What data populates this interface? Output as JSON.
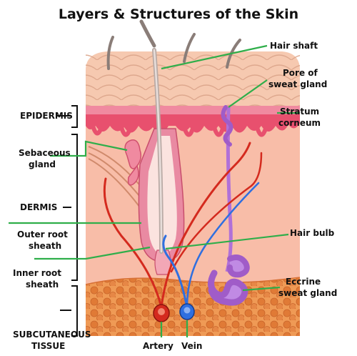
{
  "title": "Layers & Structures of the Skin",
  "layers": {
    "epidermis": "EPIDERMIS",
    "dermis": "DERMIS",
    "subcutaneous_line1": "SUBCUTANEOUS",
    "subcutaneous_line2": "TISSUE"
  },
  "labels": {
    "hair_shaft": "Hair shaft",
    "pore_line1": "Pore of",
    "pore_line2": "sweat gland",
    "stratum_line1": "Stratum",
    "stratum_line2": "corneum",
    "sebaceous_line1": "Sebaceous",
    "sebaceous_line2": "gland",
    "outer_root_line1": "Outer root",
    "outer_root_line2": "sheath",
    "inner_root_line1": "Inner root",
    "inner_root_line2": "sheath",
    "hair_bulb": "Hair bulb",
    "eccrine_line1": "Eccrine",
    "eccrine_line2": "sweat gland",
    "artery": "Artery",
    "vein": "Vein"
  },
  "colors": {
    "leader_lines": "#2fae4a",
    "skin_surface": "#f6c9b0",
    "dermis": "#f9c2ae",
    "epidermis_band": "#e8506e",
    "fat": "#e8843f",
    "sweat_gland": "#b070d8",
    "artery": "#d42a1e",
    "vein": "#2f6fe0"
  }
}
